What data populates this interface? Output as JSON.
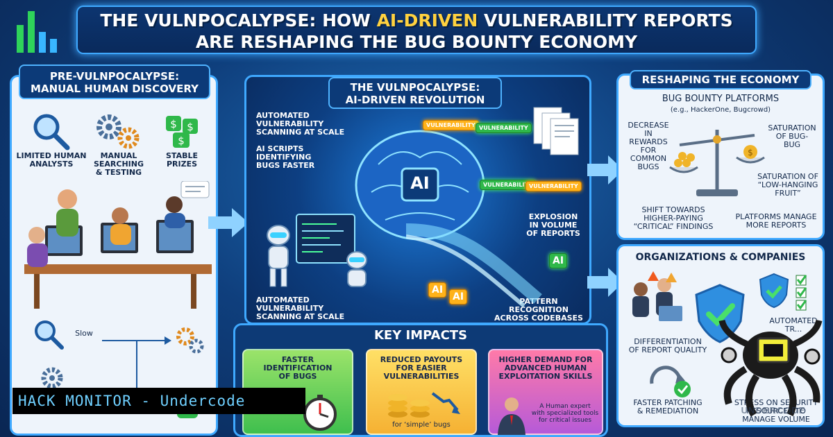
{
  "title": {
    "line1_a": "THE VULNPOCALYPSE: HOW ",
    "line1_b": "AI-DRIVEN",
    "line1_c": " VULNERABILITY REPORTS",
    "line2": "ARE RESHAPING THE BUG BOUNTY ECONOMY"
  },
  "left": {
    "heading_1": "PRE-VULNPOCALYPSE:",
    "heading_2": "MANUAL HUMAN DISCOVERY",
    "col1": "LIMITED HUMAN\nANALYSTS",
    "col2": "MANUAL\nSEARCHING\n& TESTING",
    "col3": "STABLE\nPRIZES",
    "slow": "Slow"
  },
  "center": {
    "heading_1": "THE VULNPOCALYPSE:",
    "heading_2": "AI-DRIVEN REVOLUTION",
    "auto_top": "AUTOMATED\nVULNERABILITY\nSCANNING AT SCALE",
    "ai_scripts": "AI SCRIPTS\nIDENTIFYING\nBUGS FASTER",
    "auto_bottom": "AUTOMATED\nVULNERABILITY\nSCANNING AT SCALE",
    "explosion": "EXPLOSION\nIN VOLUME\nOF REPORTS",
    "pattern": "PATTERN\nRECOGNITION\nACROSS CODEBASES",
    "ai_core": "AI",
    "chip_vuln": "VULNERABILITY",
    "chip_ai": "AI"
  },
  "right_top": {
    "heading": "RESHAPING THE ECONOMY",
    "subheading": "BUG BOUNTY PLATFORMS",
    "subnote": "(e.g., HackerOne, Bugcrowd)",
    "decrease": "DECREASE IN\nREWARDS FOR\nCOMMON\nBUGS",
    "saturation": "SATURATION\nOF BUG-\nBUG",
    "saturation_lhf": "SATURATION OF\n“LOW-HANGING\nFRUIT”",
    "shift": "SHIFT TOWARDS\nHIGHER-PAYING\n“CRITICAL” FINDINGS",
    "manage": "PLATFORMS MANAGE\nMORE REPORTS"
  },
  "right_bottom": {
    "heading": "ORGANIZATIONS & COMPANIES",
    "automated": "AUTOMATED\nTR...",
    "differentiation": "DIFFERENTIATION\nOF REPORT QUALITY",
    "patching": "FASTER PATCHING\n& REMEDIATION",
    "stress": "STRESS ON SECURITY\nRESOURCES TO\nMANAGE VOLUME"
  },
  "impacts": {
    "heading": "KEY IMPACTS",
    "card1": "FASTER\nIDENTIFICATION\nOF BUGS",
    "card2": "REDUCED PAYOUTS\nFOR EASIER\nVULNERABILITIES",
    "card2_note": "for ‘simple’ bugs",
    "card3": "HIGHER DEMAND FOR\nADVANCED HUMAN\nEXPLOITATION SKILLS",
    "card3_note": "A Human expert\nwith specialized tools\nfor critical issues"
  },
  "badge": "HACK MONITOR - Undercode",
  "watermark": "UNDERCODE",
  "colors": {
    "accent": "#3fa9ff",
    "navy": "#0c3a78",
    "gold": "#ffd23f"
  }
}
